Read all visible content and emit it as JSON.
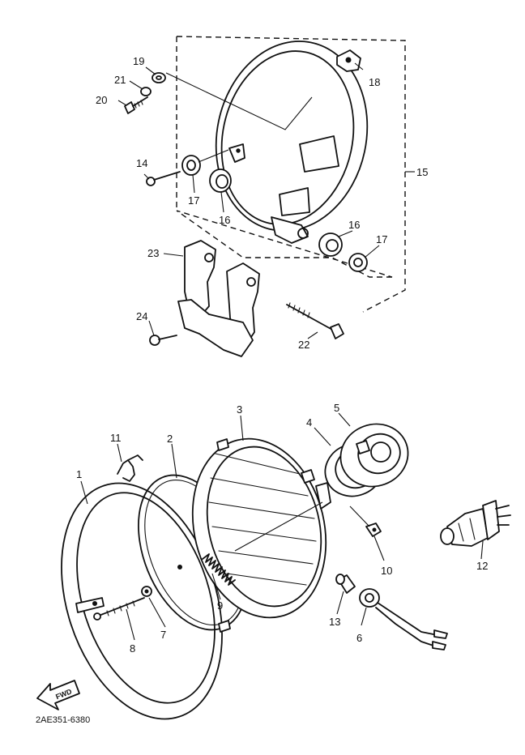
{
  "callouts": {
    "c1": "1",
    "c2": "2",
    "c3": "3",
    "c4": "4",
    "c5": "5",
    "c6": "6",
    "c7": "7",
    "c8": "8",
    "c9": "9",
    "c10": "10",
    "c11": "11",
    "c12": "12",
    "c13": "13",
    "c14": "14",
    "c15": "15",
    "c16a": "16",
    "c16b": "16",
    "c17a": "17",
    "c17b": "17",
    "c18": "18",
    "c19": "19",
    "c20": "20",
    "c21": "21",
    "c22": "22",
    "c23": "23",
    "c24": "24"
  },
  "fwd_label": "FWD",
  "diagram_code": "2AE351-6380"
}
